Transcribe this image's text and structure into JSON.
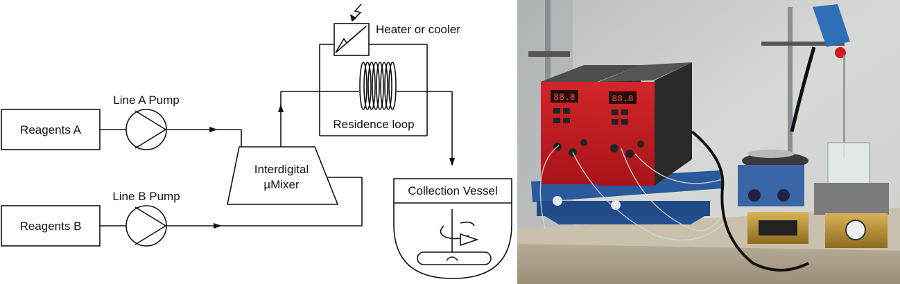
{
  "diagram": {
    "reagents_a": "Reagents A",
    "reagents_b": "Reagents B",
    "pump_a": "Line A Pump",
    "pump_b": "Line B Pump",
    "mixer_line1": "Interdigital",
    "mixer_line2": "µMixer",
    "heater": "Heater or cooler",
    "residence": "Residence loop",
    "vessel": "Collection Vessel"
  },
  "photo": {
    "pump_display": "88.8"
  }
}
